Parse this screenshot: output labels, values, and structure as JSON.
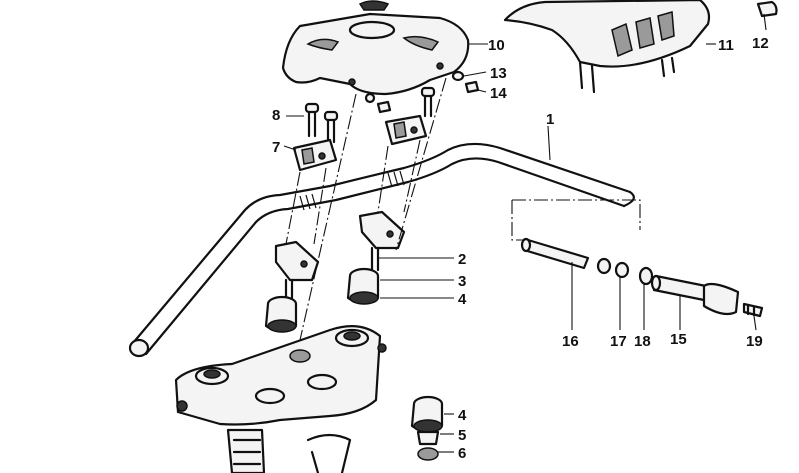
{
  "callouts": {
    "c1": "1",
    "c2": "2",
    "c3": "3",
    "c4a": "4",
    "c4b": "4",
    "c5": "5",
    "c6": "6",
    "c7": "7",
    "c8": "8",
    "c10": "10",
    "c11": "11",
    "c12": "12",
    "c13": "13",
    "c14": "14",
    "c15": "15",
    "c16": "16",
    "c17": "17",
    "c18": "18",
    "c19": "19"
  }
}
